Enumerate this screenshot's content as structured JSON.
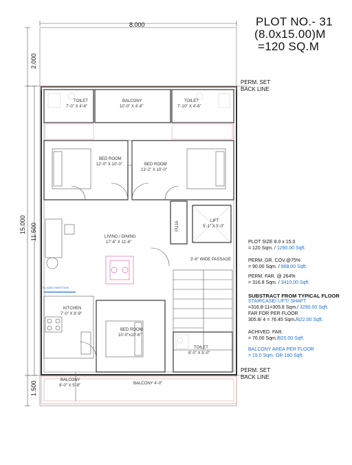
{
  "title": {
    "line1": "PLOT NO.- 31",
    "line2": "(8.0x15.00)M",
    "line3": "=120 SQ.M"
  },
  "dimensions": {
    "width": "8.000",
    "total_depth": "15.000",
    "built_depth": "11.500",
    "back_setback": "2.000",
    "front_setback": "1.500"
  },
  "perm_lines": {
    "back": {
      "l1": "PERM. SET",
      "l2": "BACK LINE"
    },
    "front": {
      "l1": "PERM. SET",
      "l2": "BACK LINE"
    }
  },
  "rooms": {
    "toilet_left": {
      "name": "TOILET",
      "size": "7'-0\" X 4'-6\""
    },
    "balcony_top": {
      "name": "BALCONY",
      "size": "10'-0\" X 4'-8\""
    },
    "toilet_right": {
      "name": "TOILET",
      "size": "7'-10\" X 4'-6\""
    },
    "bedroom_left": {
      "name": "BED ROOM",
      "size": "12'-0\" X 10'-0\""
    },
    "bedroom_right": {
      "name": "BED ROOM",
      "size": "13'-2\" X 10'-0\""
    },
    "puja": {
      "name": "PUJA"
    },
    "lift": {
      "name": "LIFT",
      "size": "5'-1\" X 5'-0\""
    },
    "living": {
      "name": "LIVING / DINING",
      "size": "17'-6\" X 11'-6\""
    },
    "passage": {
      "name": "3'-6\" WIDE PASSAGE"
    },
    "glazed": {
      "name": "GLAZED PARTITION"
    },
    "kitchen": {
      "name": "KITCHEN",
      "size": "7'-0\" X 8'-9\""
    },
    "bedroom_bottom": {
      "name": "BED ROOM",
      "size": "10'-0\"x10'-6\""
    },
    "toilet_bottom": {
      "name": "TOILET",
      "size": "8'-0\" X 5'-0\""
    },
    "balcony_small": {
      "name": "BALCONY",
      "size": "8'-0\" X 5'-8\""
    },
    "balcony_front": {
      "name": "BALCONY 4'-0\""
    }
  },
  "info": {
    "plot_size": {
      "l1": "PLOT SIZE 8.0 x 15.0",
      "l2a": "= 120 Sqm. / ",
      "l2b": "1290.00 Sqft."
    },
    "ground_cov": {
      "l1": "PERM. GR. COV.@75%",
      "l2a": "= 90.00 Sqm. / ",
      "l2b": "968.00 Sqft."
    },
    "far": {
      "l1": "PERM. FAR. @ 264%",
      "l2a": "= 316.8 Sqm. / ",
      "l2b": "3410.00 Sqft."
    },
    "subtract": {
      "l1": "SUBSTRACT FROM TYPICAL FLOOR",
      "l2": "STAIRCASE/ LIFT/ SHAFT",
      "l3a": "=316.8-11=305.8 Sqm./ ",
      "l3b": "3290.00 Sqft.",
      "l4": "FAR FOR PER FLOOR",
      "l5a": "305.8/ 4 = 76.45 Sqm./",
      "l5b": "822.00 Sqft."
    },
    "achieved": {
      "l1": "ACHIVED. FAR.",
      "l2a": "= 76.00 Sqm./",
      "l2b": "820.00 Sqft."
    },
    "balcony": {
      "l1": "BALCONY AREA PER FLOOR",
      "l2": "= 15.0 Sqm. OR 160 Sqft."
    }
  },
  "colors": {
    "wall": "#333333",
    "accent_blue": "#1a6fd1",
    "furniture_pink": "#e06aa8",
    "setback_red": "#e0a0a0"
  }
}
